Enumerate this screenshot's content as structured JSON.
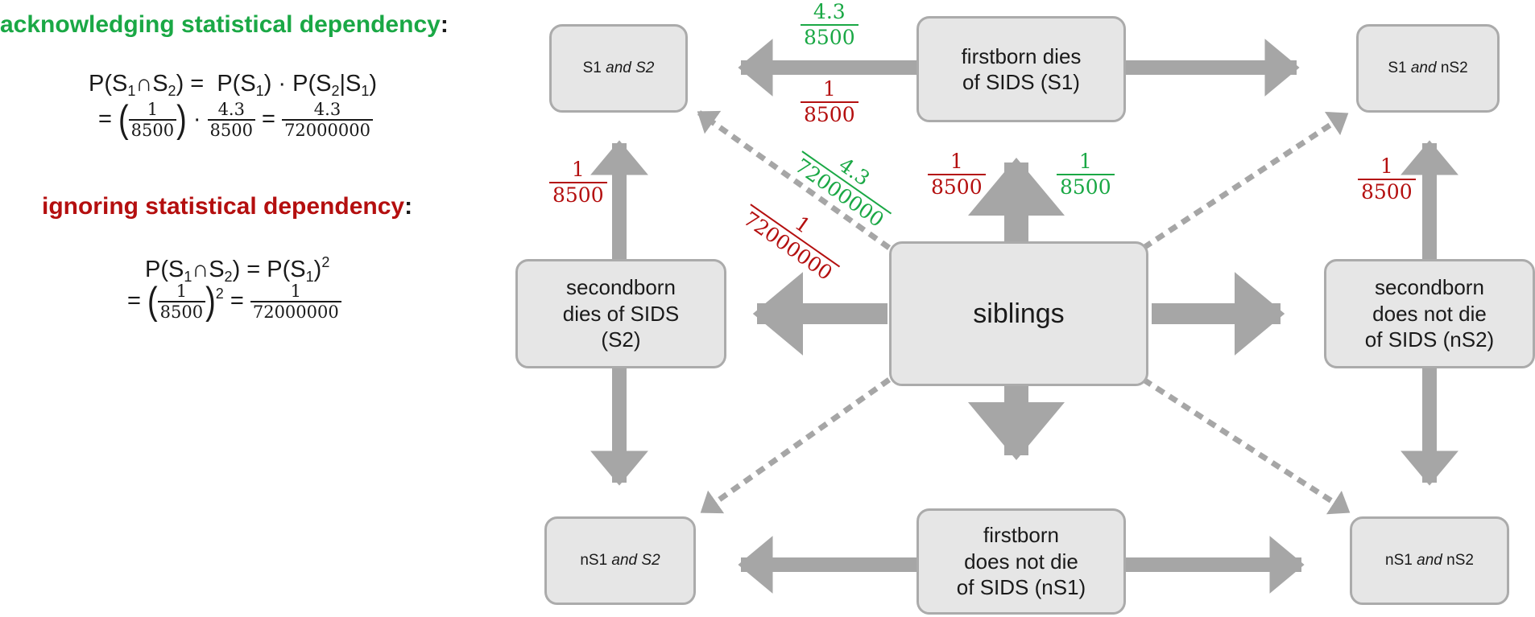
{
  "left_panel": {
    "acknowledging": {
      "heading": "acknowledging statistical dependency",
      "colon": ":",
      "formula_line1": "P(S₁∩S₂) =  P(S₁) · P(S₂|S₁)",
      "formula_line2_prefix": "=",
      "frac_a_num": "1",
      "frac_a_den": "8500",
      "frac_b_num": "4.3",
      "frac_b_den": "8500",
      "frac_c_num": "4.3",
      "frac_c_den": "72000000"
    },
    "ignoring": {
      "heading": "ignoring statistical dependency",
      "colon": ":",
      "formula_line1": "P(S₁∩S₂) = P(S₁)²",
      "formula_line2_prefix": "=",
      "frac_a_num": "1",
      "frac_a_den": "8500",
      "frac_c_num": "1",
      "frac_c_den": "72000000"
    }
  },
  "nodes": {
    "s1_and_s2": {
      "a": "S1 ",
      "b": "and S2"
    },
    "firstborn_dies": {
      "line1": "firstborn dies",
      "line2": "of SIDS (S1)"
    },
    "s1_and_ns2": {
      "a": "S1 ",
      "b": "and",
      "c": " nS2"
    },
    "secondborn_dies": {
      "line1": "secondborn",
      "line2": "dies of SIDS",
      "line3": "(S2)"
    },
    "siblings": {
      "label": "siblings"
    },
    "secondborn_not": {
      "line1": "secondborn",
      "line2": "does not die",
      "line3": "of SIDS (nS2)"
    },
    "ns1_and_s2": {
      "a": "nS1 ",
      "b": "and S2"
    },
    "firstborn_not": {
      "line1": "firstborn",
      "line2": "does not die",
      "line3": "of SIDS (nS1)"
    },
    "ns1_and_ns2": {
      "a": "nS1 ",
      "b": "and",
      "c": " nS2"
    }
  },
  "probabilities": {
    "top_green": {
      "num": "4.3",
      "den": "8500"
    },
    "top_red": {
      "num": "1",
      "den": "8500"
    },
    "left_red": {
      "num": "1",
      "den": "8500"
    },
    "diag_green": {
      "num": "4.3",
      "den": "72000000"
    },
    "diag_red": {
      "num": "1",
      "den": "72000000"
    },
    "center_red": {
      "num": "1",
      "den": "8500"
    },
    "center_green": {
      "num": "1",
      "den": "8500"
    },
    "right_red": {
      "num": "1",
      "den": "8500"
    }
  },
  "colors": {
    "green": "#1aa845",
    "red": "#b40f0f",
    "arrow": "#a6a6a6",
    "node_fill": "#e6e6e6"
  }
}
